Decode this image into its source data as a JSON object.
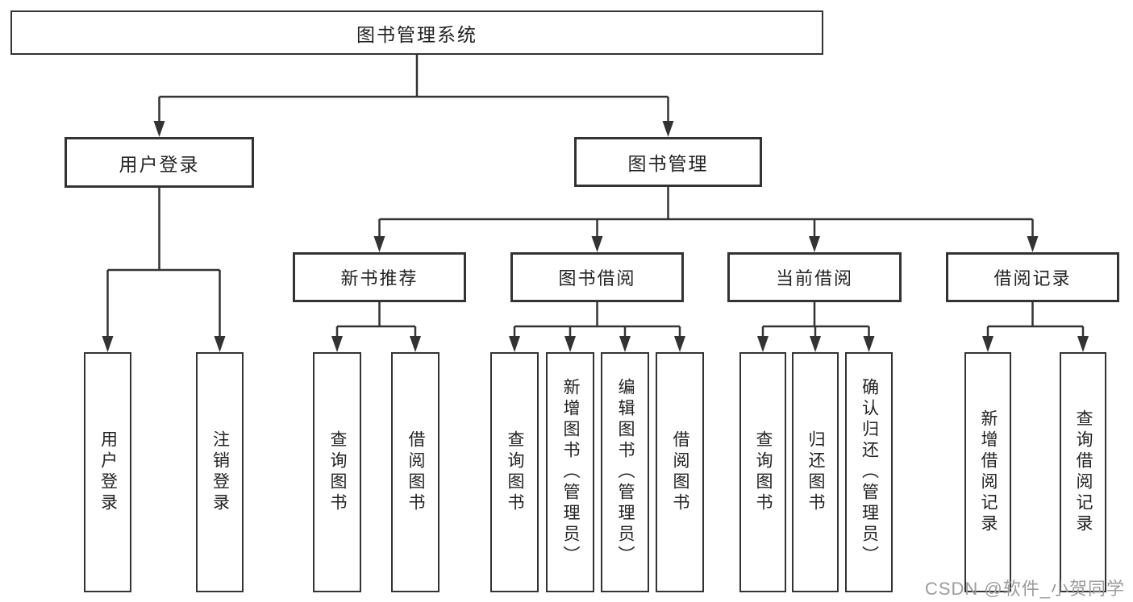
{
  "root": "图书管理系统",
  "user_login": {
    "label": "用户登录",
    "children": [
      "用户登录",
      "注销登录"
    ]
  },
  "book_mgmt": {
    "label": "图书管理",
    "sections": [
      {
        "label": "新书推荐",
        "children": [
          "查询图书",
          "借阅图书"
        ]
      },
      {
        "label": "图书借阅",
        "children": [
          "查询图书",
          "新增图书（管理员）",
          "编辑图书（管理员）",
          "借阅图书"
        ]
      },
      {
        "label": "当前借阅",
        "children": [
          "查询图书",
          "归还图书",
          "确认归还（管理员）"
        ]
      },
      {
        "label": "借阅记录",
        "children": [
          "新增借阅记录",
          "查询借阅记录"
        ]
      }
    ]
  },
  "watermark": "CSDN @软件_小贺同学",
  "colors": {
    "line": "#333333",
    "border": "#333333",
    "text": "#222222",
    "watermark": "#9c9c9c",
    "background": "#ffffff"
  }
}
